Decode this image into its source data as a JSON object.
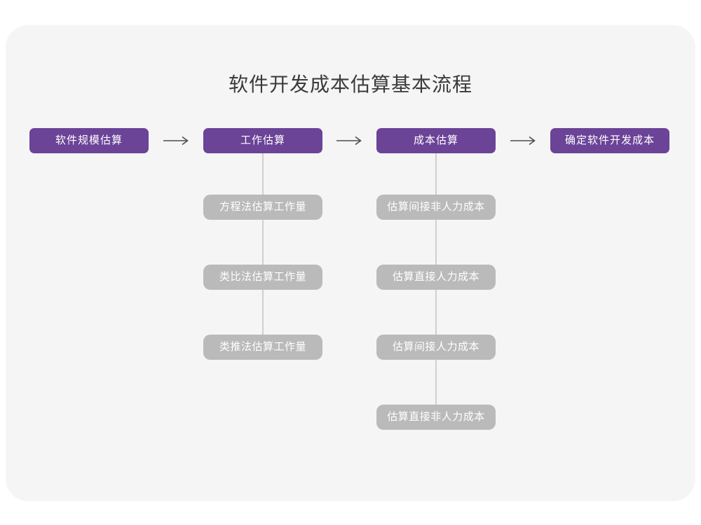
{
  "title": "软件开发成本估算基本流程",
  "flow": {
    "stages": [
      {
        "label": "软件规模估算"
      },
      {
        "label": "工作估算"
      },
      {
        "label": "成本估算"
      },
      {
        "label": "确定软件开发成本"
      }
    ],
    "work_estimation_methods": [
      "方程法估算工作量",
      "类比法估算工作量",
      "类推法估算工作量"
    ],
    "cost_estimation_steps": [
      "估算间接非人力成本",
      "估算直接人力成本",
      "估算间接人力成本",
      "估算直接非人力成本"
    ]
  },
  "colors": {
    "stage_box": "#6B4397",
    "sub_box": "#BABABA",
    "card_background": "#F5F5F6",
    "page_background": "#FFFFFF",
    "arrow": "#4D4D4D",
    "connector_line": "#CFCFCF",
    "title_text": "#3A3A3A",
    "box_text": "#FFFFFF"
  }
}
